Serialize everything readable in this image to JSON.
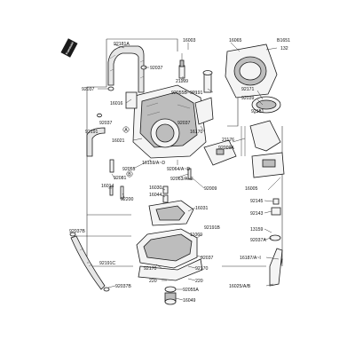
{
  "labels": {
    "l_92181A": "92181A",
    "l_92037_a": "92037",
    "l_92037_b": "92037",
    "l_92037_c": "92037",
    "l_92037_d": "92037",
    "l_16003": "16003",
    "l_16065": "16065",
    "l_B1651": "B1651",
    "l_132": "132",
    "l_21199": "21199",
    "l_92055B": "92055B",
    "l_92191_a": "92191",
    "l_92191_b": "92191",
    "l_92171": "92171",
    "l_92039": "92039",
    "l_16016": "16016",
    "l_92151": "92151",
    "l_16170": "16170",
    "l_21176": "21176",
    "l_92009A": "92009A",
    "l_16021": "16021",
    "l_92055": "92055",
    "l_16159": "16159/A~D",
    "l_92064": "92064/A~D",
    "l_92063": "92063/A~E",
    "l_92081": "92081",
    "l_92200": "92200",
    "l_16014": "16014",
    "l_16030": "16030",
    "l_16044": "16044",
    "l_92009": "92009",
    "l_16005": "16005",
    "l_16031": "16031",
    "l_92145": "92145",
    "l_92143": "92143",
    "l_92037B_a": "92037B",
    "l_92191B": "92191B",
    "l_11060": "11060",
    "l_13159": "13159",
    "l_92037A": "92037A",
    "l_92191C": "92191C",
    "l_16187": "16187/A~I",
    "l_92170_a": "92170",
    "l_92170_b": "92170",
    "l_220_a": "220",
    "l_220_b": "220",
    "l_92037B_b": "92037B",
    "l_92055A": "92055A",
    "l_16025": "16025/A/B",
    "l_16049": "16049",
    "ref_A": "A",
    "ref_B": "B",
    "logo_text": "Kawasaki"
  }
}
